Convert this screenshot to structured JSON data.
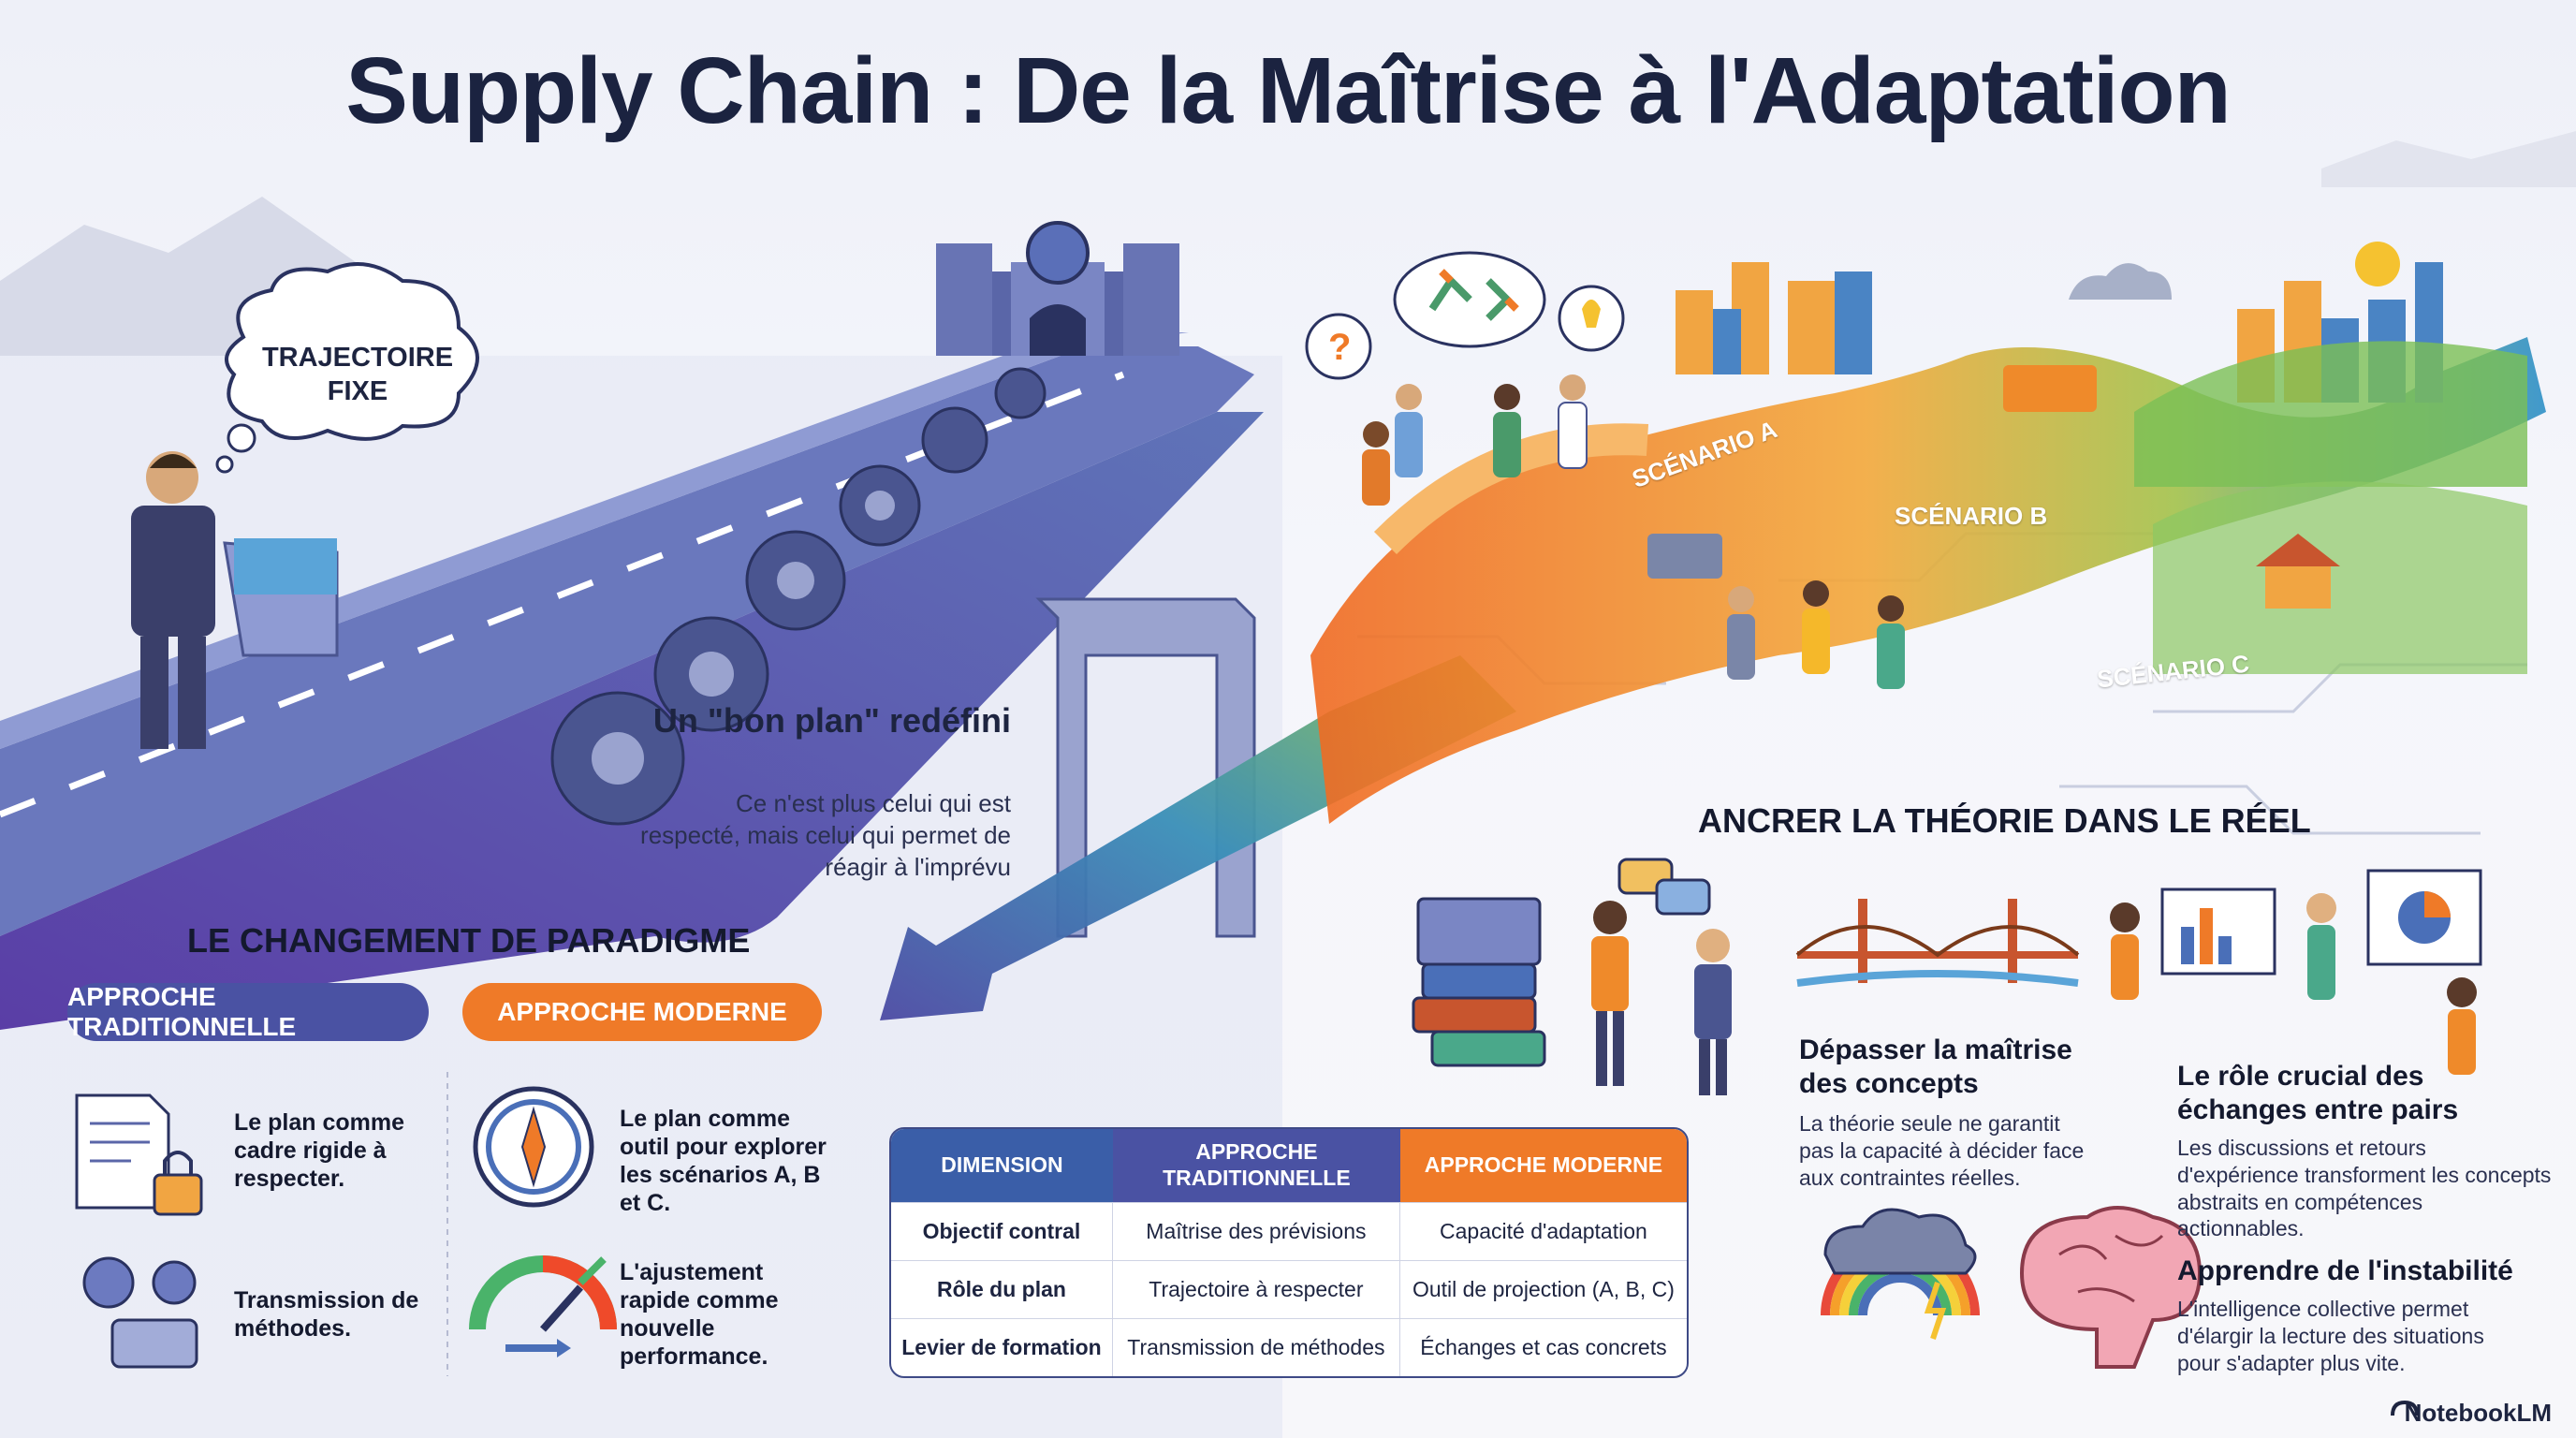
{
  "title": "Supply Chain : De la Maîtrise à l'Adaptation",
  "bubble": "TRAJECTOIRE FIXE",
  "bon_plan": {
    "heading": "Un \"bon plan\" redéfini",
    "text": "Ce n'est plus celui qui est respecté, mais celui qui permet de réagir à l'imprévu"
  },
  "scenarios": [
    "SCÉNARIO A",
    "SCÉNARIO B",
    "SCÉNARIO C"
  ],
  "paradigm": {
    "heading": "LE CHANGEMENT DE PARADIGME",
    "trad_label": "APPROCHE TRADITIONNELLE",
    "mod_label": "APPROCHE MODERNE",
    "trad_items": [
      "Le plan comme cadre rigide à respecter.",
      "Transmission de méthodes."
    ],
    "mod_items": [
      "Le plan comme outil pour explorer les scénarios A, B et C.",
      "L'ajustement rapide comme nouvelle performance."
    ]
  },
  "table": {
    "headers": [
      "DIMENSION",
      "APPROCHE TRADITIONNELLE",
      "APPROCHE MODERNE"
    ],
    "rows": [
      [
        "Objectif contral",
        "Maîtrise des prévisions",
        "Capacité d'adaptation"
      ],
      [
        "Rôle du plan",
        "Trajectoire à respecter",
        "Outil de projection (A, B, C)"
      ],
      [
        "Levier de formation",
        "Transmission de méthodes",
        "Échanges et cas concrets"
      ]
    ]
  },
  "reel": {
    "heading": "ANCRER LA THÉORIE DANS LE RÉEL",
    "blocks": [
      {
        "title": "Dépasser la maîtrise des concepts",
        "text": "La théorie seule ne garantit pas la capacité à décider face aux contraintes réelles."
      },
      {
        "title": "Le rôle crucial des échanges entre pairs",
        "text": "Les discussions et retours d'expérience transforment les concepts abstraits en compétences actionnables."
      },
      {
        "title": "Apprendre de l'instabilité",
        "text": "L'intelligence collective permet d'élargir la lecture des situations pour s'adapter plus vite."
      }
    ]
  },
  "brand": "NotebookLM",
  "colors": {
    "trad": "#4a52a3",
    "mod": "#ef7a28",
    "navy": "#1b2340"
  },
  "icons": [
    "document-lock-icon",
    "gears-icon",
    "compass-icon",
    "gauge-icon",
    "books-icon",
    "people-talking-icon",
    "bridge-icon",
    "presentation-icon",
    "rain-rainbow-icon",
    "brain-icon",
    "castle-icon",
    "thought-bubble-icon"
  ]
}
